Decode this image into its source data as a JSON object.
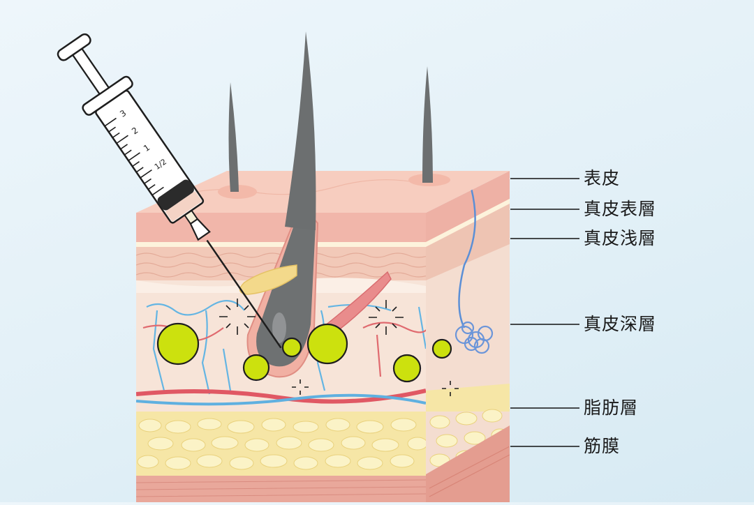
{
  "diagram": {
    "subject": "skin cross-section with injection syringe",
    "labels": {
      "epidermis": "表皮",
      "dermis_surface": "真皮表層",
      "dermis_shallow": "真皮浅層",
      "dermis_deep": "真皮深層",
      "fat": "脂肪層",
      "fascia": "筋膜"
    },
    "syringe_marks": [
      "3",
      "2",
      "1",
      "1/2"
    ],
    "colors": {
      "background": "#e6f2f8",
      "epidermis": "#f1b9ad",
      "dermis": "#f7e3d7",
      "filler_dots": "#cde10f",
      "fat": "#f6e6a4",
      "fascia": "#e9a89a",
      "hair": "#6c6f70",
      "vessel_red": "#e15a64",
      "vessel_blue": "#5fb0e0",
      "leader_line": "#111111"
    }
  }
}
